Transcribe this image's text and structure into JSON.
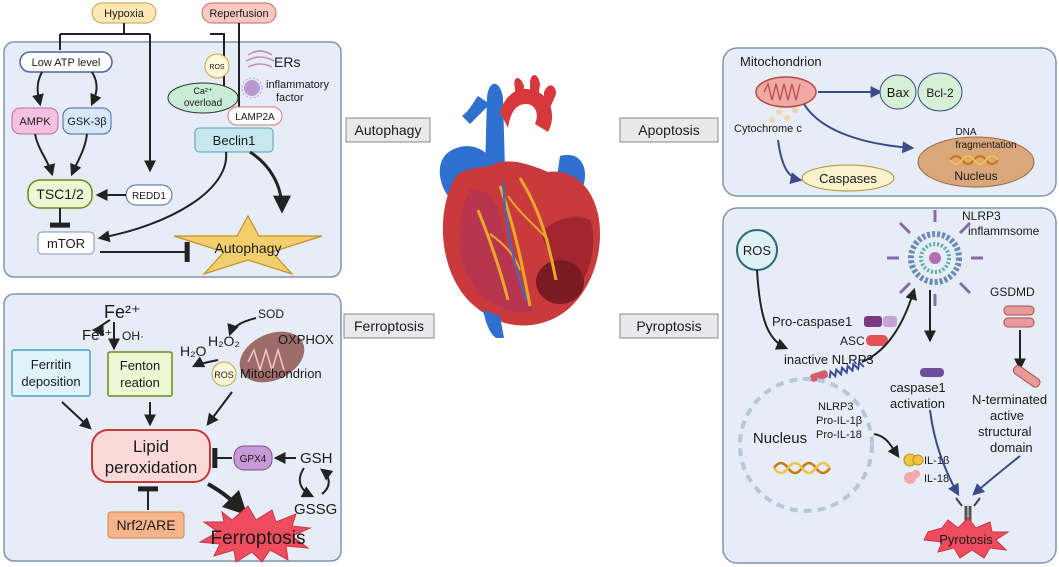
{
  "topleft": {
    "hypoxia": "Hypoxia",
    "reperfusion": "Reperfusion",
    "low_atp": "Low ATP level",
    "ampk": "AMPK",
    "gsk": "GSK-3β",
    "tsc": "TSC1/2",
    "redd1": "REDD1",
    "mtor": "mTOR",
    "ros": "ROS",
    "ers": "ERs",
    "inflammatory_1": "inflammatory",
    "inflammatory_2": "factor",
    "ca_1": "Ca²⁺",
    "ca_2": "overload",
    "lamp2a": "LAMP2A",
    "beclin1": "Beclin1",
    "autophagy_star": "Autophagy"
  },
  "labels": {
    "autophagy": "Autophagy",
    "ferroptosis": "Ferroptosis",
    "apoptosis": "Apoptosis",
    "pyroptosis": "Pyroptosis"
  },
  "apoptosis_panel": {
    "mitochondrion": "Mitochondrion",
    "bax": "Bax",
    "bcl2": "Bcl-2",
    "cytochrome": "Cytochrome c",
    "dna_1": "DNA",
    "dna_2": "fragmentation",
    "nucleus": "Nucleus",
    "caspases": "Caspases"
  },
  "ferroptosis_panel": {
    "fe2": "Fe²⁺",
    "fe3": "Fe³⁺",
    "oh": "OH·",
    "sod": "SOD",
    "h2o": "H₂O",
    "h2o2": "H₂O₂",
    "oxphox": "OXPHOX",
    "ros": "ROS",
    "mito": "Mitochondrion",
    "ferritin_1": "Ferritin",
    "ferritin_2": "deposition",
    "fenton_1": "Fenton",
    "fenton_2": "reation",
    "lipid_1": "Lipid",
    "lipid_2": "peroxidation",
    "gpx4": "GPX4",
    "gsh": "GSH",
    "gssg": "GSSG",
    "nrf2": "Nrf2/ARE",
    "ferroptosis_burst": "Ferroptosis"
  },
  "pyroptosis_panel": {
    "ros": "ROS",
    "nlrp3_1": "NLRP3",
    "nlrp3_2": "inflammsome",
    "pro_caspase1": "Pro-caspase1",
    "asc": "ASC",
    "inactive_nlrp3": "inactive NLRP3",
    "gsdmd": "GSDMD",
    "caspase_1": "caspase1",
    "caspase_2": "activation",
    "nterm_1": "N-terminated",
    "nterm_2": "active",
    "nterm_3": "structural",
    "nterm_4": "domain",
    "nucleus": "Nucleus",
    "nuc_nlrp3": "NLRP3",
    "nuc_proil1b": "Pro-IL-1β",
    "nuc_proil18": "Pro-IL-18",
    "il1b": "IL-1β",
    "il18": "IL-18",
    "pyrotosis": "Pyrotosis"
  }
}
